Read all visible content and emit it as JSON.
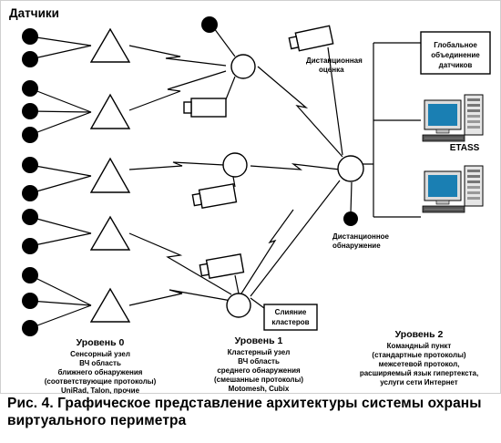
{
  "diagram": {
    "sensors_title": "Датчики",
    "remote_assessment": [
      "Дистанционная",
      "оценка"
    ],
    "remote_detection": [
      "Дистанционное",
      "обнаружение"
    ],
    "global_sensors": [
      "Глобальное",
      "объединение",
      "датчиков"
    ],
    "etass": "ETASS",
    "cluster_merge": [
      "Слияние",
      "кластеров"
    ],
    "level0": {
      "title": "Уровень 0",
      "lines": [
        "Сенсорный узел",
        "ВЧ область",
        "ближнего обнаружения",
        "(соответствующие протоколы)",
        "UniRad, Talon, прочие"
      ]
    },
    "level1": {
      "title": "Уровень 1",
      "lines": [
        "Кластерный узел",
        "ВЧ область",
        "среднего обнаружения",
        "(смешанные протоколы)",
        "Motomesh, Cubix"
      ]
    },
    "level2": {
      "title": "Уровень 2",
      "lines": [
        "Командный пункт",
        "(стандартные протоколы)",
        "межсетевой протокол,",
        "расширяемый язык гипертекста,",
        "услуги сети Интернет"
      ]
    }
  },
  "caption": "Рис. 4. Графическое представление архитектуры системы охраны виртуального периметра"
}
